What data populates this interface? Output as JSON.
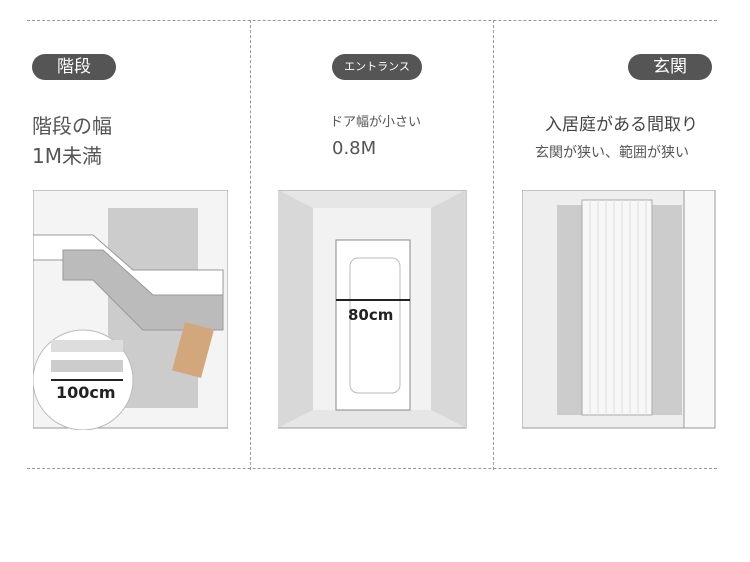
{
  "panels": [
    {
      "tag": "階段",
      "line1": "階段の幅",
      "line2": "1M未満",
      "measure": "100cm"
    },
    {
      "tag": "エントランス",
      "line1": "ドア幅が小さい",
      "line2": "0.8M",
      "measure": "80cm"
    },
    {
      "tag": "玄関",
      "line1": "入居庭がある間取り",
      "line2": "玄関が狭い、範囲が狭い"
    }
  ]
}
